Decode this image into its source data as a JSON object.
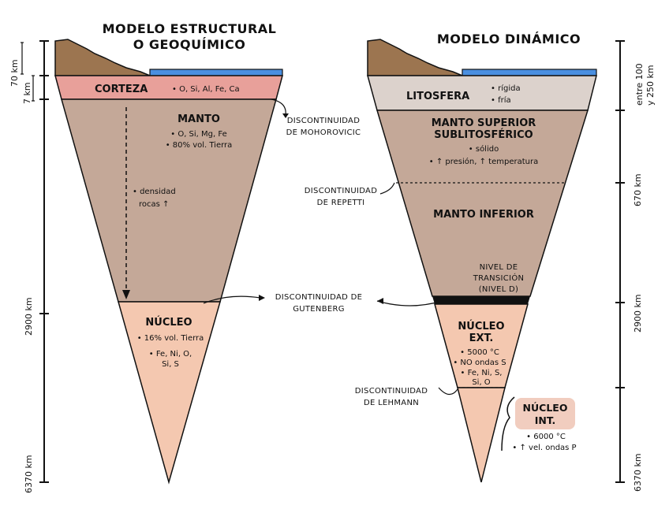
{
  "left": {
    "title_1": "MODELO ESTRUCTURAL",
    "title_2": "O GEOQUÍMICO",
    "corteza": {
      "name": "CORTEZA",
      "note": "• O, Si, Al, Fe, Ca"
    },
    "manto": {
      "name": "MANTO",
      "notes": [
        "• O, Si, Mg, Fe",
        "• 80% vol. Tierra"
      ]
    },
    "density": [
      "• densidad",
      "rocas ↑"
    ],
    "nucleo": {
      "name": "NÚCLEO",
      "notes": [
        "• 16% vol. Tierra",
        "• Fe, Ni, O,",
        "Si, S"
      ]
    },
    "scale": {
      "thick_70": "70 km",
      "thick_7": "7 km",
      "depth_2900": "2900 km",
      "depth_6370": "6370 km"
    }
  },
  "center": {
    "mohorovicic": [
      "DISCONTINUIDAD",
      "DE MOHOROVICIC"
    ],
    "repetti": [
      "DISCONTINUIDAD",
      "DE REPETTI"
    ],
    "gutenberg": [
      "DISCONTINUIDAD DE",
      "GUTENBERG"
    ],
    "lehmann": [
      "DISCONTINUIDAD",
      "DE LEHMANN"
    ]
  },
  "right": {
    "title": "MODELO DINÁMICO",
    "litosfera": {
      "name": "LITOSFERA",
      "notes": [
        "• rígida",
        "• fría"
      ]
    },
    "manto_sup": {
      "name_1": "MANTO SUPERIOR",
      "name_2": "SUBLITOSFÉRICO",
      "notes": [
        "• sólido",
        "• ↑ presión, ↑ temperatura"
      ]
    },
    "manto_inf": {
      "name": "MANTO INFERIOR"
    },
    "nivel_d": [
      "NIVEL DE",
      "TRANSICIÓN",
      "(NIVEL D)"
    ],
    "nucleo_ext": {
      "name_1": "NÚCLEO",
      "name_2": "EXT.",
      "notes": [
        "• 5000 °C",
        "• NO ondas S",
        "• Fe, Ni, S,",
        "Si, O"
      ]
    },
    "nucleo_int": {
      "name_1": "NÚCLEO",
      "name_2": "INT.",
      "notes": [
        "• 6000 °C",
        "• ↑ vel. ondas P"
      ]
    },
    "scale": {
      "litho_1": "entre 100",
      "litho_2": "y 250 km",
      "depth_670": "670 km",
      "depth_2900": "2900 km",
      "depth_6370": "6370 km"
    }
  },
  "colors": {
    "land": "#9c7550",
    "water": "#4a8fe0",
    "corteza": "#e8a09a",
    "manto": "#c4a898",
    "nucleo": "#f4c8b0",
    "litosfera": "#dcd2cc",
    "nucleo_int_badge": "#f1cdbf",
    "outline": "#111111"
  }
}
